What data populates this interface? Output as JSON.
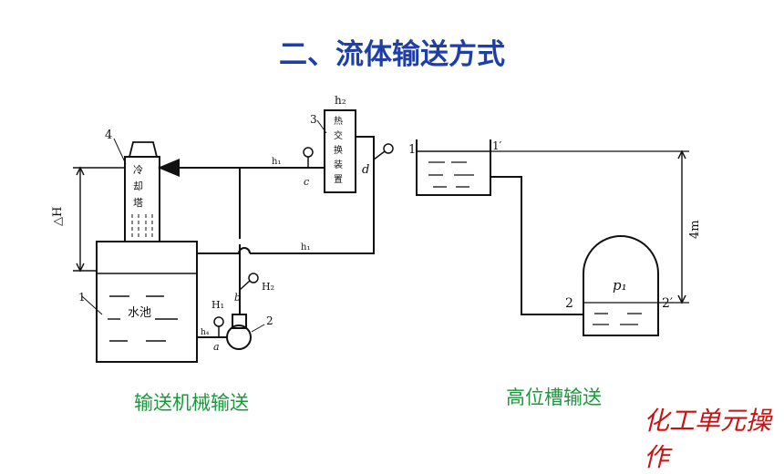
{
  "title": "二、流体输送方式",
  "colors": {
    "title": "#1f3fa8",
    "caption": "#1a9a3a",
    "brand": "#cc1111",
    "line": "#111111"
  },
  "left_diagram": {
    "caption": "输送机械输送",
    "cooling_tower": {
      "number": "4",
      "text": [
        "冷",
        "却",
        "塔"
      ]
    },
    "heat_exchanger": {
      "number": "3",
      "top_label": "h₂",
      "text": [
        "热",
        "交",
        "换",
        "装",
        "置"
      ]
    },
    "pool": {
      "number": "1",
      "label": "水池"
    },
    "pump_number": "2",
    "height_label": "△H",
    "points": {
      "a": "a",
      "b": "b",
      "c": "c",
      "d": "d"
    },
    "gauges": {
      "H1": "H₁",
      "H2": "H₂"
    },
    "losses": {
      "hf_upper": "h₁",
      "hf_lower": "h₁",
      "h_suction": "h₄"
    }
  },
  "right_diagram": {
    "caption": "高位槽输送",
    "tank_label": "1",
    "tank_label_prime": "1′",
    "vessel_label": "2",
    "vessel_label_prime": "2′",
    "pressure_label": "p₁",
    "height_label": "4m"
  },
  "brand": "化工单元操作"
}
